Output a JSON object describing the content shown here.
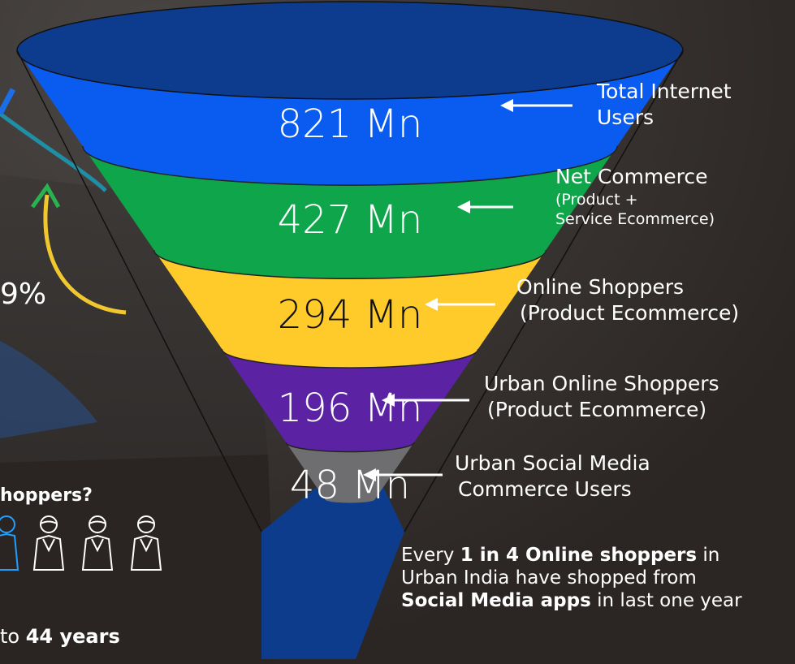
{
  "chart_data": {
    "type": "funnel",
    "stages": [
      {
        "value_label": "821 Mn",
        "value": 821,
        "unit": "Mn",
        "label": [
          "Total Internet",
          "Users"
        ],
        "color": "#0a5cf0"
      },
      {
        "value_label": "427 Mn",
        "value": 427,
        "unit": "Mn",
        "label": [
          "Net Commerce",
          "(Product +",
          "Service Ecommerce)"
        ],
        "color": "#0fa54a"
      },
      {
        "value_label": "294 Mn",
        "value": 294,
        "unit": "Mn",
        "label": [
          "Online Shoppers",
          "(Product Ecommerce)"
        ],
        "color": "#ffcb2b"
      },
      {
        "value_label": "196 Mn",
        "value": 196,
        "unit": "Mn",
        "label": [
          "Urban Online Shoppers",
          "(Product Ecommerce)"
        ],
        "color": "#5b22a4"
      },
      {
        "value_label": "48 Mn",
        "value": 48,
        "unit": "Mn",
        "label": [
          "Urban Social Media",
          "Commerce Users"
        ],
        "color": "#6e6e70"
      }
    ],
    "spout_color": "#0e3c8c",
    "rim_color": "#0d3b8e"
  },
  "note": {
    "parts": [
      {
        "text": "Every ",
        "bold": false
      },
      {
        "text": "1 in 4 Online shoppers",
        "bold": true
      },
      {
        "text": " in Urban India have shopped from ",
        "bold": false
      },
      {
        "text": "Social Media apps",
        "bold": true
      },
      {
        "text": " in last one year",
        "bold": false
      }
    ]
  },
  "left_panel": {
    "percent_fragment": "9%",
    "question_fragment": "hoppers?",
    "age_prefix": "to ",
    "age_bold": "44",
    "age_suffix": " years",
    "icon_count": 4
  }
}
